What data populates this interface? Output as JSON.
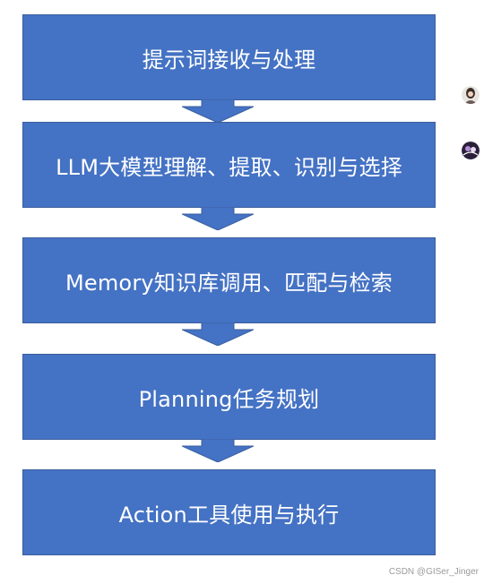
{
  "steps": [
    {
      "label": "提示词接收与处理"
    },
    {
      "label": "LLM大模型理解、提取、识别与选择"
    },
    {
      "label": "Memory知识库调用、匹配与检索"
    },
    {
      "label": "Planning任务规划"
    },
    {
      "label": "Action工具使用与执行"
    }
  ],
  "colors": {
    "box_fill": "#4472c4",
    "box_border": "#3b5e9e",
    "arrow_fill": "#4472c4",
    "text": "#ffffff"
  },
  "watermark": "CSDN @GISer_Jinger"
}
